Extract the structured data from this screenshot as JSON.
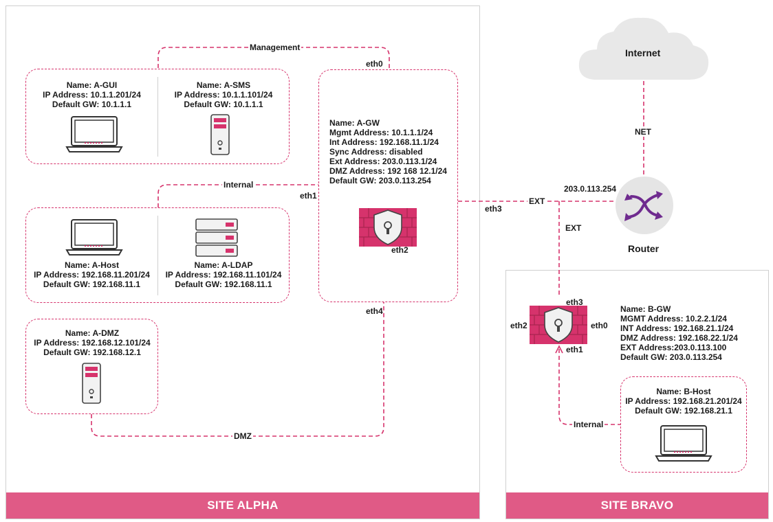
{
  "site_alpha": {
    "label": "SITE ALPHA"
  },
  "site_bravo": {
    "label": "SITE BRAVO"
  },
  "a_gui": {
    "name": "Name: A-GUI",
    "ip": "IP Address: 10.1.1.201/24",
    "gw": "Default GW: 10.1.1.1"
  },
  "a_sms": {
    "name": "Name: A-SMS",
    "ip": "IP Address: 10.1.1.101/24",
    "gw": "Default GW: 10.1.1.1"
  },
  "a_host": {
    "name": "Name: A-Host",
    "ip": "IP Address: 192.168.11.201/24",
    "gw": "Default GW: 192.168.11.1"
  },
  "a_ldap": {
    "name": "Name: A-LDAP",
    "ip": "IP Address: 192.168.11.101/24",
    "gw": "Default GW: 192.168.11.1"
  },
  "a_dmz": {
    "name": "Name: A-DMZ",
    "ip": "IP Address: 192.168.12.101/24",
    "gw": "Default GW: 192.168.12.1"
  },
  "a_gw": {
    "name": "Name: A-GW",
    "mgmt": "Mgmt Address: 10.1.1.1/24",
    "int": "Int Address: 192.168.11.1/24",
    "sync": "Sync Address: disabled",
    "ext": "Ext Address: 203.0.113.1/24",
    "dmz": "DMZ Address: 192 168 12.1/24",
    "gw": "Default GW: 203.0.113.254"
  },
  "b_gw": {
    "name": "Name: B-GW",
    "mgmt": "MGMT Address: 10.2.2.1/24",
    "int": "INT Address: 192.168.21.1/24",
    "dmz": "DMZ Address: 192.168.22.1/24",
    "ext": "EXT Address:203.0.113.100",
    "gw": "Default GW: 203.0.113.254"
  },
  "b_host": {
    "name": "Name: B-Host",
    "ip": "IP Address: 192.168.21.201/24",
    "gw": "Default GW: 192.168.21.1"
  },
  "links": {
    "management": "Management",
    "internal_a": "Internal",
    "dmz": "DMZ",
    "ext": "EXT",
    "ext_b": "EXT",
    "net": "NET",
    "internal_b": "Internal"
  },
  "interfaces": {
    "a_eth0": "eth0",
    "a_eth1": "eth1",
    "a_eth2": "eth2",
    "a_eth3": "eth3",
    "a_eth4": "eth4",
    "b_eth0": "eth0",
    "b_eth1": "eth1",
    "b_eth2": "eth2",
    "b_eth3": "eth3"
  },
  "router": {
    "label": "Router",
    "ip": "203.0.113.254"
  },
  "internet": {
    "label": "Internet"
  },
  "colors": {
    "accent": "#d6336c",
    "site_bar": "#e05a86",
    "router_bg": "#e5e5e5",
    "router_icon": "#6f2b8f",
    "cloud": "#e8e8e8"
  }
}
